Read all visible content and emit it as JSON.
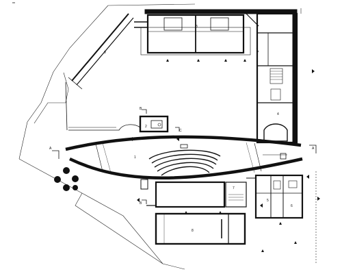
{
  "plan": {
    "room_labels": [
      "1",
      "2",
      "3",
      "4",
      "5",
      "6",
      "7",
      "8",
      "9"
    ],
    "section_markers": {
      "a": "A",
      "b": "B",
      "c": "C"
    }
  }
}
